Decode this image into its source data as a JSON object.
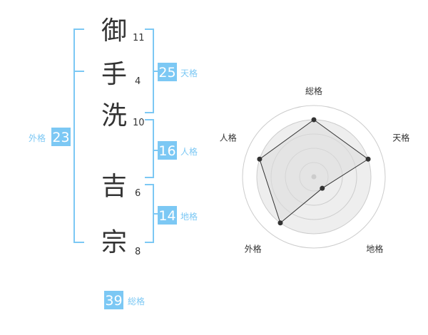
{
  "name": {
    "characters": [
      {
        "char": "御",
        "strokes": "11"
      },
      {
        "char": "手",
        "strokes": "4"
      },
      {
        "char": "洗",
        "strokes": "10"
      },
      {
        "char": "吉",
        "strokes": "6"
      },
      {
        "char": "宗",
        "strokes": "8"
      }
    ]
  },
  "fortunes": {
    "tenkaku": {
      "value": "25",
      "label": "天格"
    },
    "jinkaku": {
      "value": "16",
      "label": "人格"
    },
    "chikaku": {
      "value": "14",
      "label": "地格"
    },
    "gaikaku": {
      "value": "23",
      "label": "外格"
    },
    "soukaku": {
      "value": "39",
      "label": "総格"
    }
  },
  "colors": {
    "accent": "#7cc8f4",
    "bracket": "#7cc8f4",
    "text": "#333333",
    "radar_fill": "#eeeeee",
    "radar_line": "#333333",
    "ring": "#cccccc"
  },
  "chart_data": {
    "type": "radar",
    "axes": [
      "総格",
      "天格",
      "地格",
      "外格",
      "人格"
    ],
    "scale_levels": 5,
    "values": [
      4,
      4,
      1,
      4,
      4
    ],
    "max": 5
  }
}
